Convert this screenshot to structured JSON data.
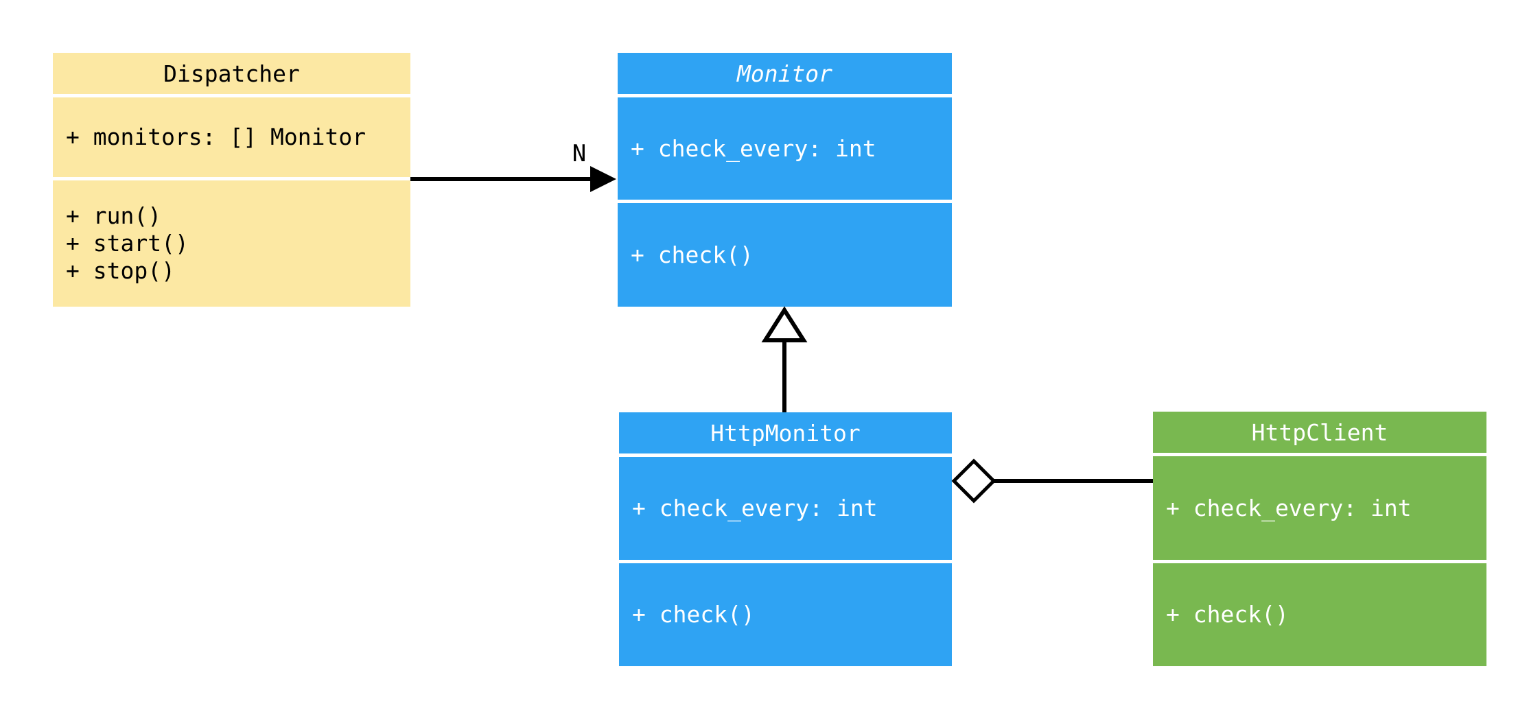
{
  "diagram": {
    "type": "uml-class-diagram",
    "background": "#FFFFFF",
    "edge_color": "#000000",
    "classes": [
      {
        "name": "Dispatcher",
        "abstract": false,
        "fill": "#FCE8A3",
        "text_color": "#000000",
        "attributes": [
          "+ monitors: [] Monitor"
        ],
        "methods": [
          "+ run()",
          "+ start()",
          "+ stop()"
        ]
      },
      {
        "name": "Monitor",
        "abstract": true,
        "fill": "#2FA3F3",
        "text_color": "#FFFFFF",
        "attributes": [
          "+ check_every: int"
        ],
        "methods": [
          "+ check()"
        ]
      },
      {
        "name": "HttpMonitor",
        "abstract": false,
        "fill": "#2FA3F3",
        "text_color": "#FFFFFF",
        "attributes": [
          "+ check_every: int"
        ],
        "methods": [
          "+ check()"
        ]
      },
      {
        "name": "HttpClient",
        "abstract": false,
        "fill": "#79B850",
        "text_color": "#FFFFFF",
        "attributes": [
          "+ check_every: int"
        ],
        "methods": [
          "+ check()"
        ]
      }
    ],
    "relations": [
      {
        "type": "directed-association",
        "from": "Dispatcher",
        "to": "Monitor",
        "label": "N"
      },
      {
        "type": "inheritance",
        "from": "HttpMonitor",
        "to": "Monitor",
        "label": ""
      },
      {
        "type": "aggregation",
        "from": "HttpClient",
        "to": "HttpMonitor",
        "label": ""
      }
    ]
  }
}
